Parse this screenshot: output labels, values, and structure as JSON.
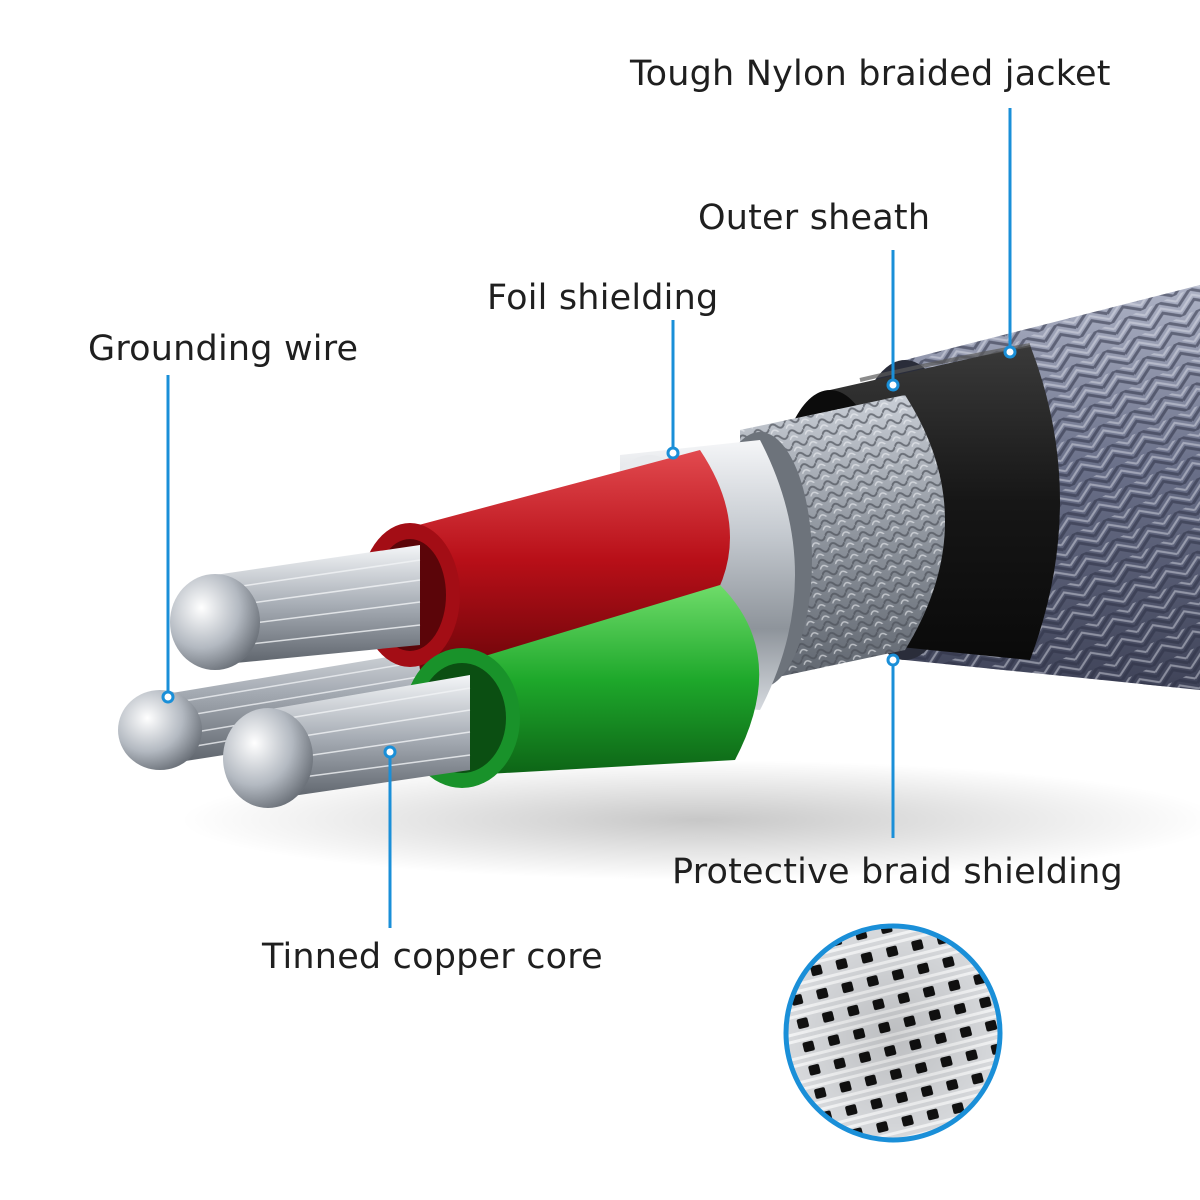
{
  "labels": {
    "jacket": "Tough Nylon braided jacket",
    "outer_sheath": "Outer sheath",
    "foil_shielding": "Foil shielding",
    "grounding_wire": "Grounding wire",
    "braid_shielding": "Protective braid shielding",
    "copper_core": "Tinned copper core"
  },
  "colors": {
    "callout_line": "#1a8fd8",
    "red_insulation": "#c8121b",
    "green_insulation": "#1fae2c",
    "outer_sheath": "#1c1c1c",
    "nylon_jacket": "#6e7490",
    "foil": "#cfd3d8",
    "braid": "#9aa0a8",
    "strand": "#b8bec6"
  },
  "icons": {
    "cable": "cable-cross-section",
    "inset": "braid-magnifier-circle"
  }
}
